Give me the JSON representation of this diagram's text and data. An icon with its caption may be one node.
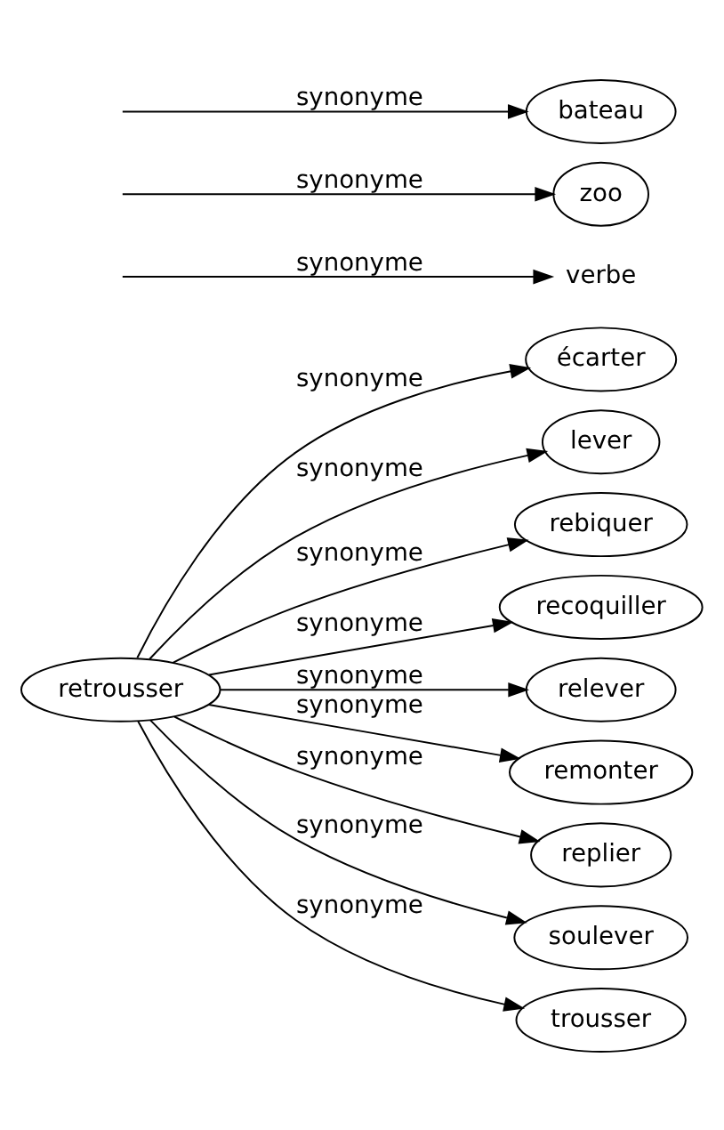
{
  "diagram": {
    "nodes": [
      {
        "text": [
          "retrousser"
        ]
      },
      {
        "text": [
          "écarter"
        ]
      },
      {
        "text": [
          "lever"
        ]
      },
      {
        "text": [
          "rebiquer"
        ]
      },
      {
        "text": [
          "recoquiller"
        ]
      },
      {
        "text": [
          "relever"
        ]
      },
      {
        "text": [
          "remonter"
        ]
      },
      {
        "text": [
          "replier"
        ]
      },
      {
        "text": [
          "soulever"
        ]
      },
      {
        "text": [
          "trousser"
        ]
      },
      {
        "text": [
          "verbe"
        ]
      },
      {
        "text": [
          "zoo"
        ]
      },
      {
        "text": [
          "bateau"
        ]
      }
    ],
    "edges": [
      {
        "from": 0,
        "to": 1,
        "arrow": "to",
        "label": "synonyme"
      },
      {
        "from": 0,
        "to": 2,
        "arrow": "to",
        "label": "synonyme"
      },
      {
        "from": 0,
        "to": 3,
        "arrow": "to",
        "label": "synonyme"
      },
      {
        "from": 0,
        "to": 4,
        "arrow": "to",
        "label": "synonyme"
      },
      {
        "from": 0,
        "to": 5,
        "arrow": "to",
        "label": "synonyme"
      },
      {
        "from": 0,
        "to": 6,
        "arrow": "to",
        "label": "synonyme"
      },
      {
        "from": 0,
        "to": 7,
        "arrow": "to",
        "label": "synonyme"
      },
      {
        "from": null,
        "to": 10,
        "arrow": "to",
        "label": "synonyme"
      },
      {
        "from": 0,
        "to": 8,
        "arrow": "to",
        "label": "synonyme"
      },
      {
        "from": null,
        "to": 11,
        "arrow": "to",
        "label": "synonyme"
      },
      {
        "from": 0,
        "to": 9,
        "arrow": "to",
        "label": "synonyme"
      },
      {
        "from": null,
        "to": 12,
        "arrow": "to",
        "label": "synonyme"
      }
    ]
  }
}
